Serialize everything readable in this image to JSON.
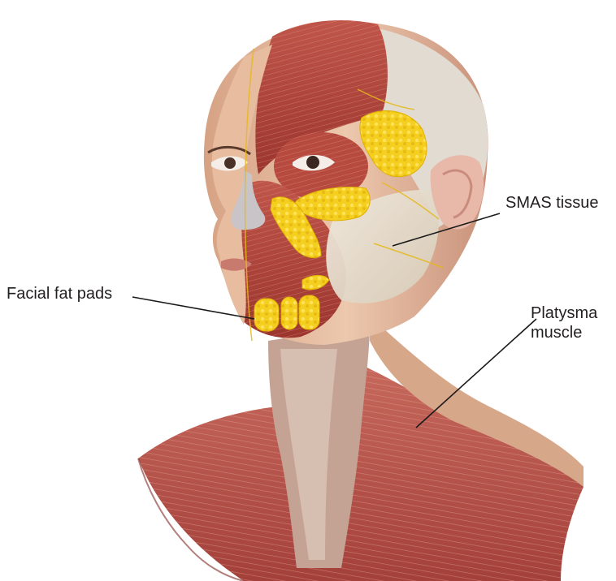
{
  "labels": {
    "facial_fat_pads": "Facial fat pads",
    "smas_tissue": "SMAS tissue",
    "platysma_line1": "Platysma",
    "platysma_line2": "muscle"
  },
  "colors": {
    "muscle": "#b2473d",
    "muscle_dark": "#8f2f28",
    "muscle_light": "#d2786c",
    "skin": "#e9c2a6",
    "skin_shade": "#d9a887",
    "fat": "#f4cf1f",
    "fat_edge": "#e0b000",
    "smas": "#e5ddcf",
    "leader_line": "#1a1a1a"
  }
}
